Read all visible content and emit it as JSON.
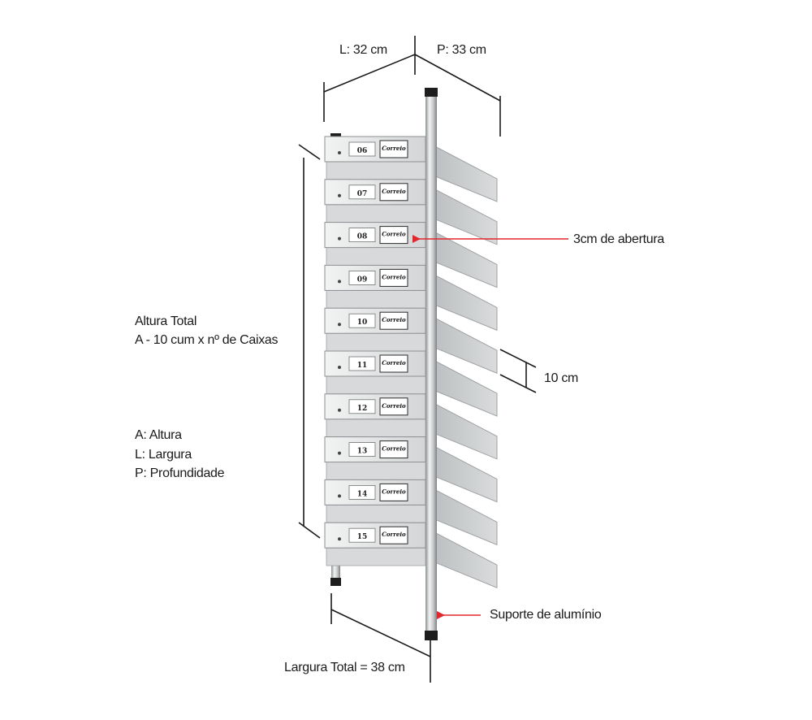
{
  "dimensions": {
    "width_label": "L: 32 cm",
    "depth_label": "P: 33 cm",
    "box_height_label": "10 cm",
    "total_width_label": "Largura Total = 38 cm"
  },
  "height_note": {
    "line1": "Altura Total",
    "line2": "A - 10 cum x nº de Caixas"
  },
  "legend": [
    "A: Altura",
    "L: Largura",
    "P: Profundidade"
  ],
  "callouts": {
    "opening": "3cm de abertura",
    "support": "Suporte de alumínio"
  },
  "boxes": [
    "06",
    "07",
    "08",
    "09",
    "10",
    "11",
    "12",
    "13",
    "14",
    "15"
  ],
  "brand_text": "Correio",
  "colors": {
    "arrow": "#e3262c",
    "line": "#1a1a1a",
    "metal_light": "#e9eaea",
    "metal_mid": "#c9cbcc",
    "metal_dark": "#9fa2a4"
  }
}
